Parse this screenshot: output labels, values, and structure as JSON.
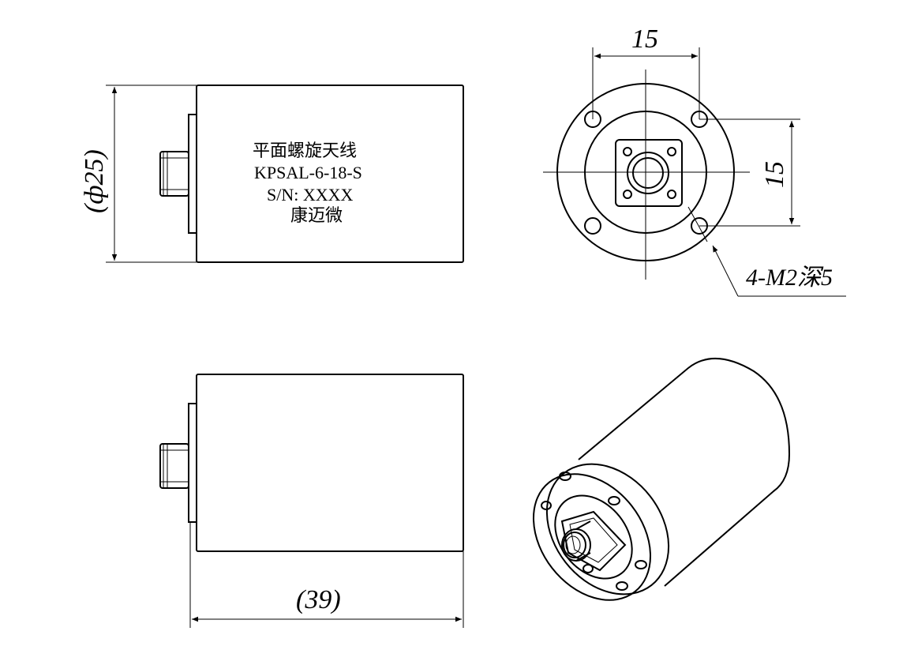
{
  "label": {
    "line1": "平面螺旋天线",
    "line2": "KPSAL-6-18-S",
    "line3": "S/N: XXXX",
    "line4": "康迈微"
  },
  "dimensions": {
    "diameter": "(ф25)",
    "hole_spacing_horizontal": "15",
    "hole_spacing_vertical": "15",
    "hole_callout": "4-M2深5",
    "length": "(39)"
  },
  "colors": {
    "line": "#000000",
    "background": "#ffffff"
  }
}
